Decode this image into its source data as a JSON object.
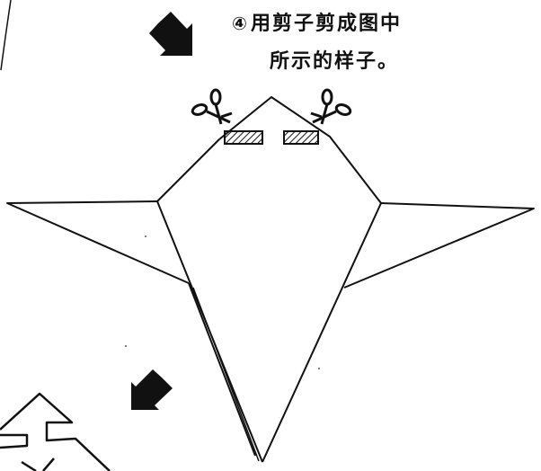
{
  "instruction": {
    "step_number": "④",
    "line1": "用剪子剪成图中",
    "line2": "所示的样子。"
  },
  "icons": {
    "arrow_top": "arrow-down-right-icon",
    "arrow_bottom": "arrow-down-left-icon",
    "scissors_left": "scissors-icon",
    "scissors_right": "scissors-icon"
  },
  "colors": {
    "ink": "#111111",
    "paper": "#ffffff"
  }
}
